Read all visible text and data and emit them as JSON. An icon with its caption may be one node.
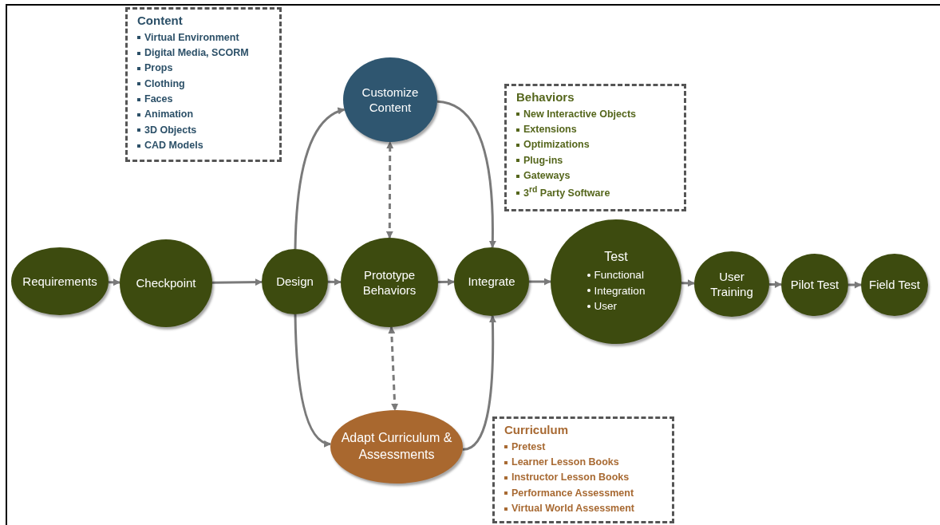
{
  "diagram": {
    "nodes": [
      {
        "text": [
          "Requirements"
        ]
      },
      {
        "text": [
          "Checkpoint"
        ]
      },
      {
        "text": [
          "Design"
        ]
      },
      {
        "text": [
          "Customize Content"
        ]
      },
      {
        "text": [
          "Prototype Behaviors"
        ]
      },
      {
        "text": [
          "Adapt Curriculum & Assessments"
        ]
      },
      {
        "text": [
          "Integrate"
        ]
      },
      {
        "text": [
          "Test",
          "Functional",
          "Integration",
          "User"
        ]
      },
      {
        "text": [
          "User Training"
        ]
      },
      {
        "text": [
          "Pilot Test"
        ]
      },
      {
        "text": [
          "Field Test"
        ]
      },
      {
        "text": [
          "Content",
          "Virtual Environment",
          "Digital Media, SCORM",
          "Props",
          "Clothing",
          "Faces",
          "Animation",
          "3D Objects",
          "CAD Models"
        ]
      },
      {
        "text": [
          "Behaviors",
          "New Interactive Objects",
          "Extensions",
          "Optimizations",
          "Plug-ins",
          "Gateways",
          "3$^{rd}$ Party Software"
        ]
      },
      {
        "text": [
          "Curriculum",
          "Pretest",
          "Learner Lesson Books",
          "Instructor Lesson Books",
          "Performance Assessment",
          "Virtual World Assessment"
        ]
      }
    ],
    "edges": [
      {
        "from": 0,
        "to": 1,
        "arrow": "to"
      },
      {
        "from": 1,
        "to": 2,
        "arrow": "to"
      },
      {
        "from": 2,
        "to": 3,
        "arrow": "to"
      },
      {
        "from": 2,
        "to": 4,
        "arrow": "to"
      },
      {
        "from": 2,
        "to": 5,
        "arrow": "to"
      },
      {
        "from": 4,
        "to": 3,
        "arrow": "both",
        "style": "dashed"
      },
      {
        "from": 4,
        "to": 5,
        "arrow": "both",
        "style": "dashed"
      },
      {
        "from": 3,
        "to": 6,
        "arrow": "to"
      },
      {
        "from": 4,
        "to": 6,
        "arrow": "to"
      },
      {
        "from": 5,
        "to": 6,
        "arrow": "to"
      },
      {
        "from": 6,
        "to": 7,
        "arrow": "to"
      },
      {
        "from": 7,
        "to": 8,
        "arrow": "to"
      },
      {
        "from": 8,
        "to": 9,
        "arrow": "to"
      },
      {
        "from": 9,
        "to": 10,
        "arrow": "to"
      }
    ]
  }
}
